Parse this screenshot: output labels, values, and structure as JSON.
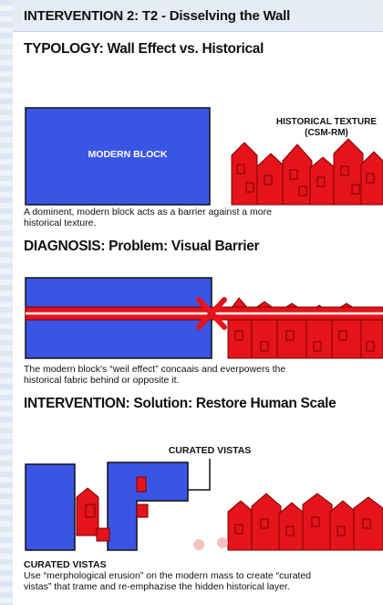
{
  "header": {
    "title": "INTERVENTION 2: T2 - Disselving the Wall"
  },
  "typology": {
    "heading": "TYPOLOGY: Wall Effect vs. Historical",
    "block_label": "MODERN BLOCK",
    "texture_label_1": "HISTORICAL TEXTURE",
    "texture_label_2": "(CSM-RM)",
    "caption_1": "A dominent, modern block acts as a barrier against a more",
    "caption_2": "historical texture."
  },
  "diagnosis": {
    "heading": "DIAGNOSIS: Problem: Visual Barrier",
    "caption_1": "The modern block's “weil effect” concaais and everpowers the",
    "caption_2": "historical fabric behind or opposite it."
  },
  "intervention": {
    "heading": "INTERVENTION: Solution: Restore Human Scale",
    "callout_label": "CURATED VISTAS",
    "caption_title": "CURATED VISTAS",
    "caption_1": "Use “merphological erusion” on the modern mass to create “curated",
    "caption_2": "vistas” that trame and re-emphazise the hidden historical layer."
  },
  "colors": {
    "modern_block": "#3a55e6",
    "historical_texture": "#e4141a",
    "header_bg": "#e6ecf6"
  }
}
